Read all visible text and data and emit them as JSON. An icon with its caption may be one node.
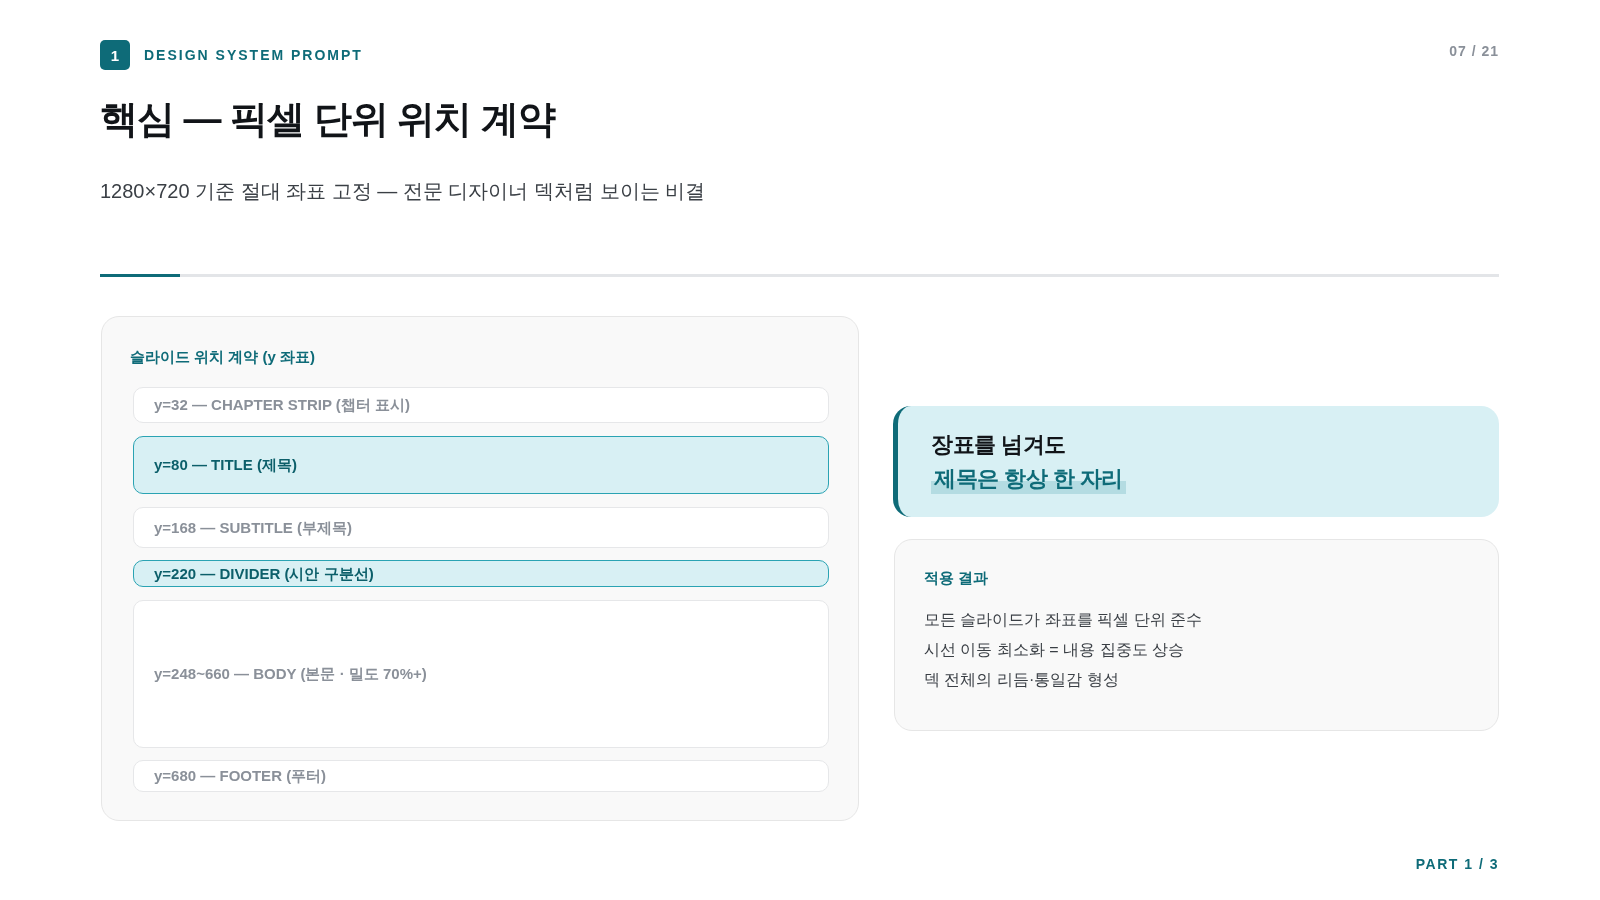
{
  "diagram": {
    "title": "핵심 — 픽셀 단위 위치 계약",
    "nodes": [
      {
        "text": [
          "1"
        ]
      },
      {
        "text": [
          "슬라이드 위치 계약 (y 좌표)"
        ]
      },
      {
        "text": [
          "y=32 — CHAPTER STRIP (챕터 표시)"
        ],
        "in": 1
      },
      {
        "text": [
          "y=80 — TITLE (제목)"
        ],
        "in": 1
      },
      {
        "text": [
          "y=168 — SUBTITLE (부제목)"
        ],
        "in": 1
      },
      {
        "text": [
          "y=220 — DIVIDER (시안 구분선)"
        ],
        "in": 1
      },
      {
        "text": [
          "y=248~660 — BODY (본문 · 밀도 70%+)"
        ],
        "in": 1
      },
      {
        "text": [
          "y=680 — FOOTER (푸터)"
        ],
        "in": 1
      },
      {
        "text": [
          "장표를 넘겨도",
          "제목은 항상 한 자리"
        ]
      },
      {
        "text": [
          "적용 결과",
          "모든 슬라이드가 좌표를 픽셀 단위 준수",
          "시선 이동 최소화 = 내용 집중도 상승",
          "덱 전체의 리듬·통일감 형성"
        ]
      }
    ],
    "labels": [
      "DESIGN SYSTEM PROMPT",
      "07 / 21",
      "1280×720 기준 절대 좌표 고정 — 전문 디자이너 덱처럼 보이는 비결",
      "PART 1 / 3"
    ]
  }
}
